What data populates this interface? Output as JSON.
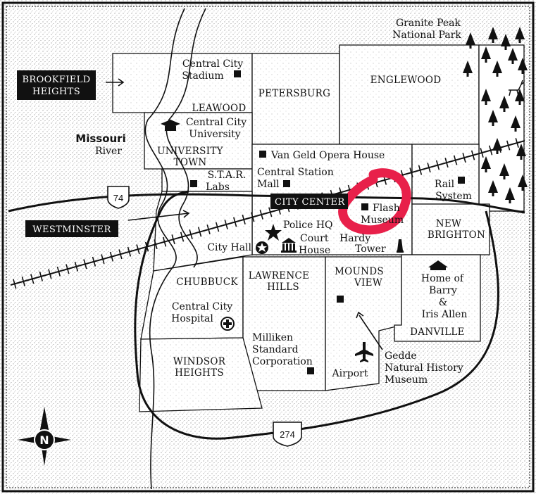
{
  "map": {
    "places": {
      "brookfield_heights": [
        "BROOKFIELD",
        "HEIGHTS"
      ],
      "westminster": "WESTMINSTER",
      "city_center": "CITY CENTER",
      "granite_peak": [
        "Granite Peak",
        "National Park"
      ],
      "central_city_stadium": [
        "Central City",
        "Stadium"
      ],
      "leawood": "LEAWOOD",
      "petersburg": "PETERSBURG",
      "englewood": "ENGLEWOOD",
      "central_city_university": [
        "Central City",
        "University"
      ],
      "missouri": "Missouri",
      "river": "River",
      "university_town": [
        "UNIVERSITY",
        "TOWN"
      ],
      "van_geld": "Van Geld Opera House",
      "central_station_mall": [
        "Central Station",
        "Mall"
      ],
      "star_labs": [
        "S.T.A.R.",
        "Labs"
      ],
      "rail_system": [
        "Rail",
        "System"
      ],
      "flash_museum": [
        "Flash",
        "Museum"
      ],
      "police_hq": "Police HQ",
      "court_house": [
        "Court",
        "House"
      ],
      "city_hall": "City Hall",
      "hardy_tower": [
        "Hardy",
        "Tower"
      ],
      "new_brighton": [
        "NEW",
        "BRIGHTON"
      ],
      "chubbuck": "CHUBBUCK",
      "lawrence_hills": [
        "LAWRENCE",
        "HILLS"
      ],
      "mounds_view": [
        "MOUNDS",
        "VIEW"
      ],
      "home_of_barry": [
        "Home of",
        "Barry",
        "&",
        "Iris Allen"
      ],
      "danville": "DANVILLE",
      "central_city_hospital": [
        "Central City",
        "Hospital"
      ],
      "windsor_heights": [
        "WINDSOR",
        "HEIGHTS"
      ],
      "milliken": [
        "Milliken",
        "Standard",
        "Corporation"
      ],
      "airport": "Airport",
      "gedde": [
        "Gedde",
        "Natural History",
        "Museum"
      ]
    },
    "highways": {
      "i74": "74",
      "i274": "274"
    },
    "compass": "N",
    "highlight_color": "#e8204a"
  }
}
